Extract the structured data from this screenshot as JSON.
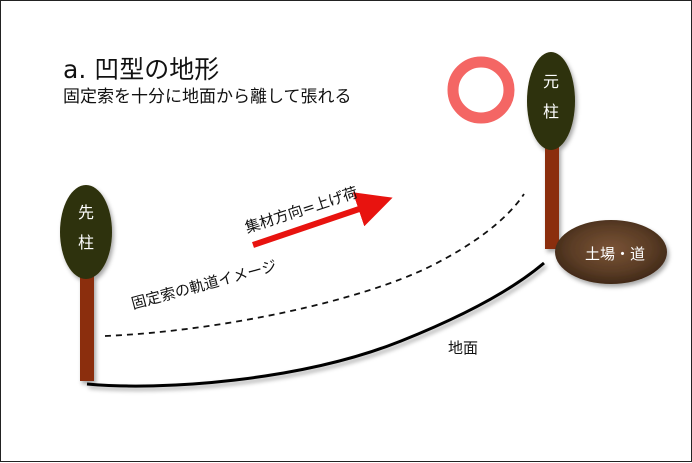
{
  "title": "a. 凹型の地形",
  "subtitle": "固定索を十分に地面から離して張れる",
  "labels": {
    "front_post": [
      "先",
      "柱"
    ],
    "origin_post": [
      "元",
      "柱"
    ],
    "landing": "土場・道",
    "haul_direction": "集材方向=上げ荷",
    "cable_track": "固定索の軌道イメージ",
    "ground": "地面"
  },
  "colors": {
    "canopy": "#2f3008",
    "trunk": "#8b2e0c",
    "arrow": "#e8130f",
    "ring": "#f46664",
    "landing_soil": "#5a3c25",
    "ground_line": "#000000"
  },
  "icons": {
    "ring": "circle-marker-icon",
    "arrow": "arrow-right-icon"
  }
}
